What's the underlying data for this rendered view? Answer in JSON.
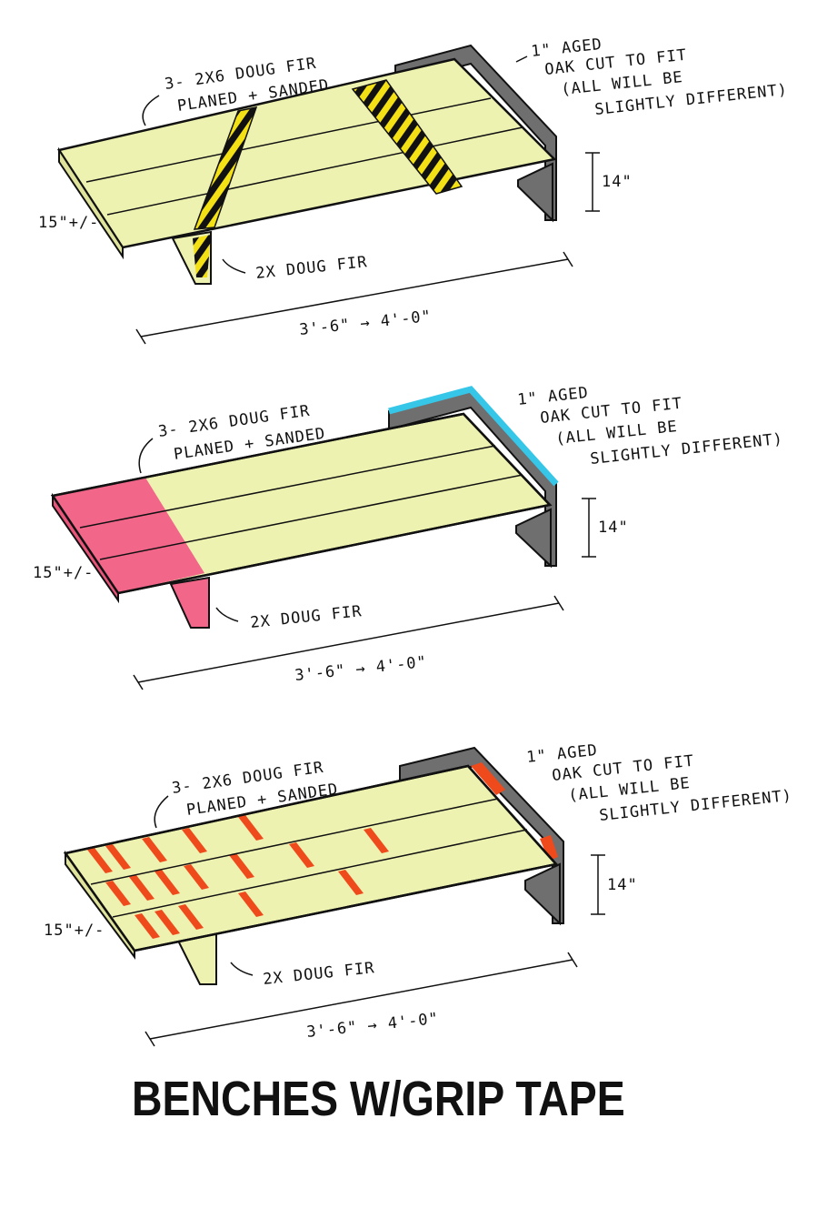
{
  "title": "BENCHES W/GRIP TAPE",
  "colors": {
    "wood": "#eef2b1",
    "oak": "#6f6f6f",
    "stripe_yellow": "#f3e015",
    "stripe_black": "#111111",
    "pink_tape": "#f2668a",
    "cyan_edge": "#35c6e8",
    "red_strip": "#ef4a1c"
  },
  "benches": [
    {
      "style": "diagonal-stripe-tape",
      "labels": {
        "top_material_1": "3- 2X6 DOUG FIR",
        "top_material_2": "PLANED + SANDED",
        "oak_1": "1\" AGED",
        "oak_2": "OAK CUT TO FIT",
        "oak_3": "(ALL WILL BE",
        "oak_4": "SLIGHTLY DIFFERENT)",
        "height": "14\"",
        "depth": "15\"+/-",
        "leg": "2X DOUG FIR",
        "length": "3'-6\" → 4'-0\""
      }
    },
    {
      "style": "pink-end-tape",
      "labels": {
        "top_material_1": "3- 2X6 DOUG FIR",
        "top_material_2": "PLANED + SANDED",
        "oak_1": "1\" AGED",
        "oak_2": "OAK CUT TO FIT",
        "oak_3": "(ALL WILL BE",
        "oak_4": "SLIGHTLY DIFFERENT)",
        "height": "14\"",
        "depth": "15\"+/-",
        "leg": "2X DOUG FIR",
        "length": "3'-6\" → 4'-0\""
      }
    },
    {
      "style": "red-strip-tape",
      "labels": {
        "top_material_1": "3- 2X6 DOUG FIR",
        "top_material_2": "PLANED + SANDED",
        "oak_1": "1\" AGED",
        "oak_2": "OAK CUT TO FIT",
        "oak_3": "(ALL WILL BE",
        "oak_4": "SLIGHTLY DIFFERENT)",
        "height": "14\"",
        "depth": "15\"+/-",
        "leg": "2X DOUG FIR",
        "length": "3'-6\" → 4'-0\""
      }
    }
  ]
}
